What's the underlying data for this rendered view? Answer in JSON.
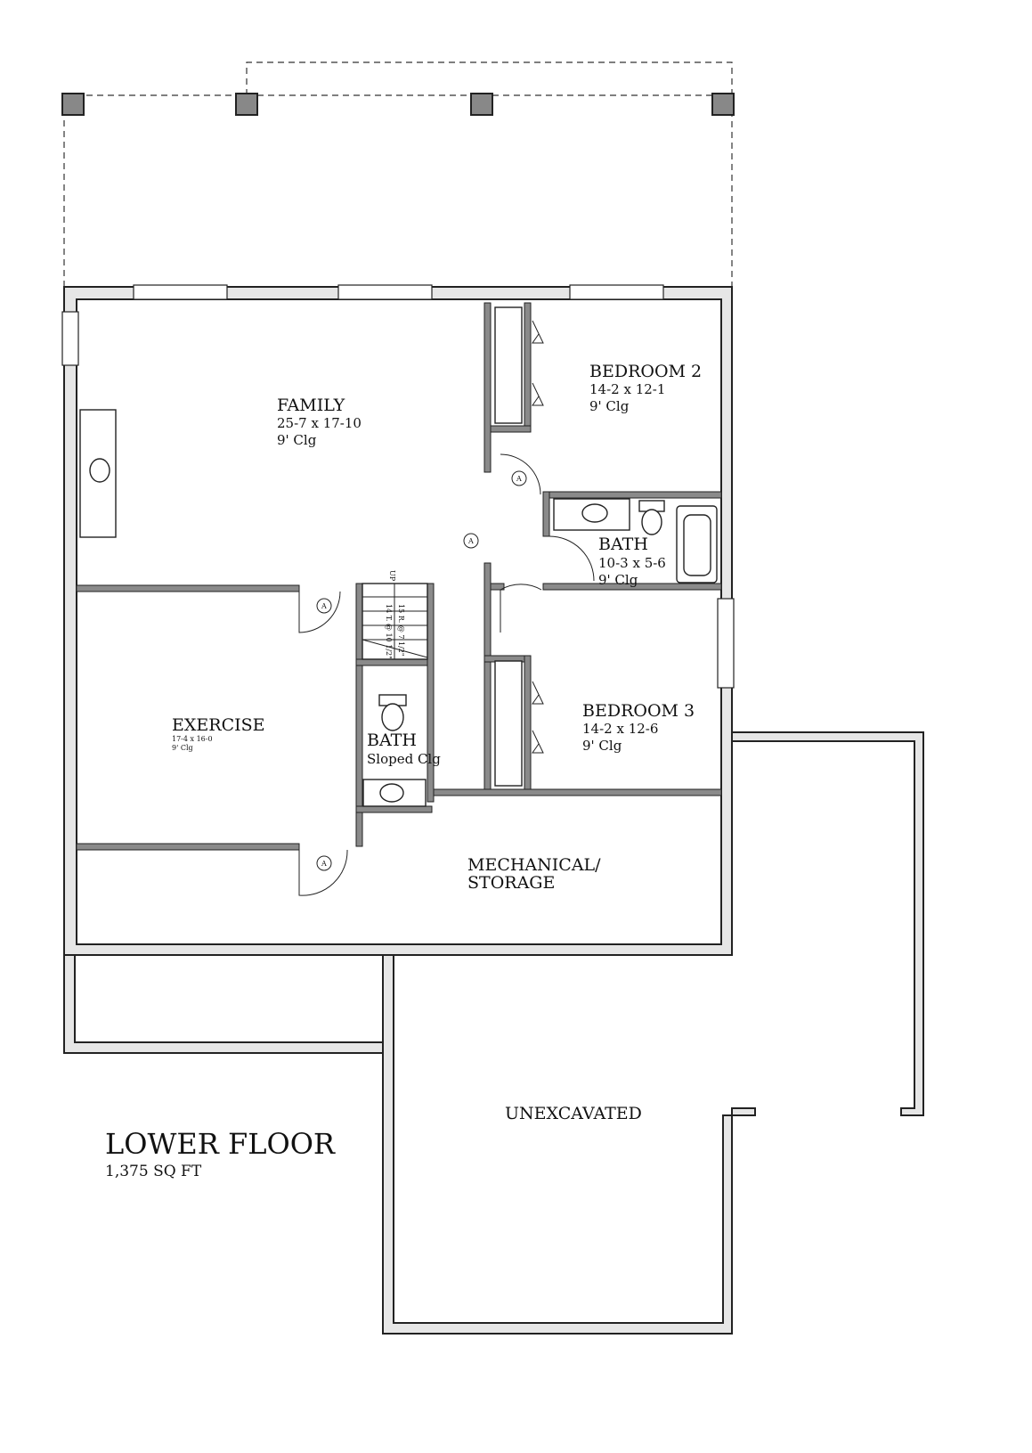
{
  "plan": {
    "title": "LOWER FLOOR",
    "area": "1,375 SQ FT"
  },
  "rooms": [
    {
      "name": "FAMILY",
      "size": "25-7 x 17-10",
      "ceiling": "9' Clg"
    },
    {
      "name": "BEDROOM 2",
      "size": "14-2 x 12-1",
      "ceiling": "9' Clg"
    },
    {
      "name": "BATH",
      "size": "10-3 x 5-6",
      "ceiling": "9' Clg"
    },
    {
      "name": "BEDROOM 3",
      "size": "14-2 x 12-6",
      "ceiling": "9' Clg"
    },
    {
      "name": "EXERCISE",
      "size": "17-4 x 16-0",
      "ceiling": "9' Clg"
    },
    {
      "name": "BATH",
      "ceiling": "Sloped Clg"
    },
    {
      "name": "MECHANICAL/",
      "name2": "STORAGE"
    },
    {
      "name": "UNEXCAVATED"
    }
  ],
  "stair": {
    "direction": "UP",
    "risers": "15 R. @ 7 1/2\"",
    "treads": "14 T. @ 10 1/2\""
  },
  "door_tag": "A"
}
